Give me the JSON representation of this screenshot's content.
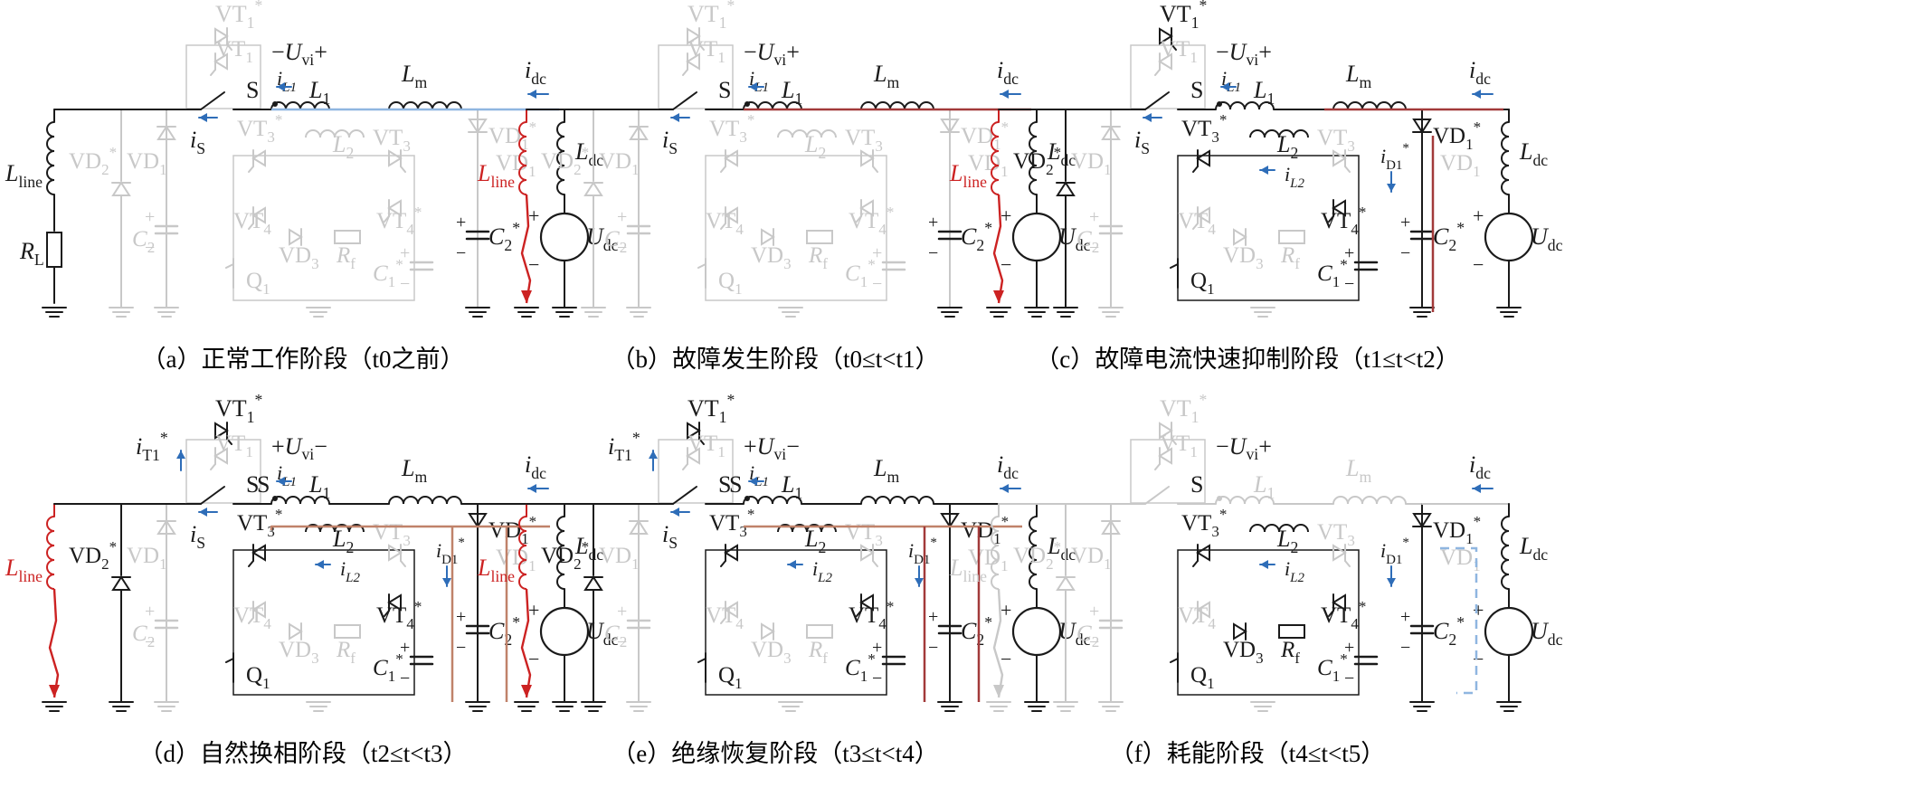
{
  "panels": [
    {
      "letter": "a",
      "caption_open": "（a）",
      "caption_name": "正常工作阶段",
      "caption_rest": "（t0之前）"
    },
    {
      "letter": "b",
      "caption_open": "（b）",
      "caption_name": "故障发生阶段",
      "caption_rest": "（t0≤t<t1）"
    },
    {
      "letter": "c",
      "caption_open": "（c）",
      "caption_name": "故障电流快速抑制阶段",
      "caption_rest": "（t1≤t<t2）"
    },
    {
      "letter": "d",
      "caption_open": "（d）",
      "caption_name": "自然换相阶段",
      "caption_rest": "（t2≤t<t3）"
    },
    {
      "letter": "e",
      "caption_open": "（e）",
      "caption_name": "绝缘恢复阶段",
      "caption_rest": "（t3≤t<t4）"
    },
    {
      "letter": "f",
      "caption_open": "（f）",
      "caption_name": "耗能阶段",
      "caption_rest": "（t4≤t<t5）"
    }
  ],
  "labels": {
    "Lline": "Lline",
    "RL": "RL",
    "VD2s": "VD2*",
    "VD1": "VD1",
    "C2": "C2",
    "VT1s": "VT1*",
    "VT1": "VT1",
    "S": "S",
    "iL1": "iL1",
    "Uvi_neg": "−Uvi+",
    "Uvi_pos": "+Uvi−",
    "L1": "L1",
    "Lm": "Lm",
    "idc": "idc",
    "iS": "iS",
    "VT3s": "VT3*",
    "L2": "L2",
    "VT3": "VT3",
    "iL2": "iL2",
    "VT4": "VT4",
    "VT4s": "VT4*",
    "VD3": "VD3",
    "Rf": "Rf",
    "C1s": "C1*",
    "Q1": "Q1",
    "VD1s": "VD1*",
    "iD1s": "iD1*",
    "C2s": "C2*",
    "Ldc": "Ldc",
    "Udc": "Udc",
    "iT1s": "iT1*",
    "plus": "+",
    "minus": "−"
  },
  "colors": {
    "active": "#1a1a1a",
    "inactive": "#c8c8c8",
    "blue_arrow": "#2e6db8",
    "light_blue": "#8fb6e0",
    "red": "#cc2222",
    "dark_red": "#a23a3a",
    "brown": "#c0826a"
  }
}
